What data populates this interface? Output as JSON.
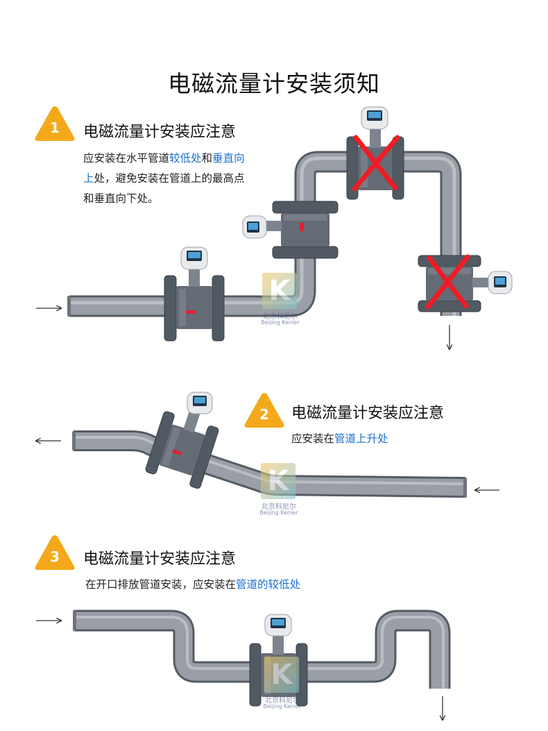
{
  "title": "电磁流量计安装须知",
  "notes": [
    {
      "number": "1",
      "heading": "电磁流量计安装应注意",
      "line1": [
        "应安装在水平管道",
        "较低处",
        "和",
        "垂直向"
      ],
      "line2": [
        "上",
        "处，避免安装在管道上的最高点"
      ],
      "line3": "和垂直向下处。"
    },
    {
      "number": "2",
      "heading": "电磁流量计安装应注意",
      "line1": [
        "应安装在",
        "管道上升处"
      ]
    },
    {
      "number": "3",
      "heading": "电磁流量计安装应注意",
      "line1": [
        "在开口排放管道安装，应安装在",
        "管道的较低处"
      ]
    }
  ],
  "watermark": {
    "cn": "北京科尼尔",
    "en": "Beijing Kenier",
    "mark": "K"
  },
  "colors": {
    "badge": "#f4a91b",
    "highlight": "#1a6fd1",
    "pipe": "#8d9199",
    "body": "#5f6670",
    "cross": "#ee1c25"
  }
}
